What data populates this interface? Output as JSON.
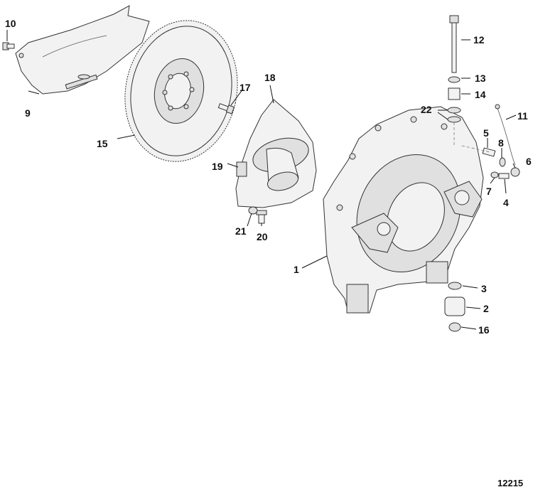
{
  "figure_number": "12215",
  "callouts": [
    "1",
    "2",
    "3",
    "4",
    "5",
    "6",
    "7",
    "8",
    "9",
    "10",
    "11",
    "12",
    "13",
    "14",
    "15",
    "16",
    "17",
    "18",
    "19",
    "20",
    "21",
    "22"
  ]
}
